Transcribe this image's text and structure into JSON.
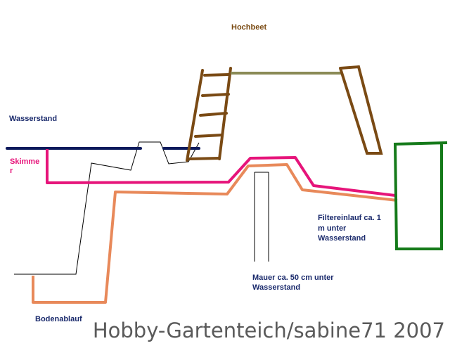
{
  "labels": {
    "hochbeet": "Hochbeet",
    "wasserstand": "Wasserstand",
    "skimmer_line1": "Skimme",
    "skimmer_line2": "r",
    "filtereinlauf_line1": "Filtereinlauf ca. 1",
    "filtereinlauf_line2": "m unter",
    "filtereinlauf_line3": "Wasserstand",
    "mauer_line1": "Mauer ca. 50 cm unter",
    "mauer_line2": "Wasserstand",
    "bodenablauf": "Bodenablauf"
  },
  "watermark": "Hobby-Gartenteich/sabine71 2007",
  "colors": {
    "water_level": "#0c1a5c",
    "raised_bed": "#7a4a14",
    "raised_bed_top": "#8a8a56",
    "skimmer_pipe": "#e6147a",
    "drain_pipe": "#e8895a",
    "filter": "#157a1a",
    "pond_outline": "#000000",
    "wall": "#000000"
  }
}
